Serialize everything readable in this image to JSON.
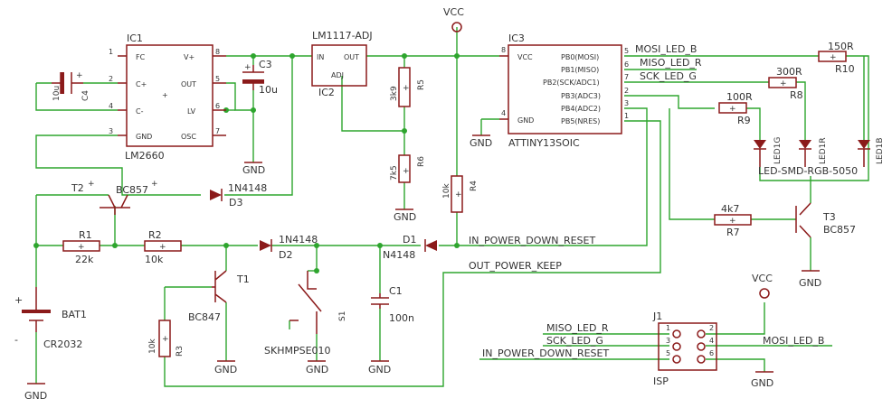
{
  "vcc": "VCC",
  "gnd": "GND",
  "ic1": {
    "name": "IC1",
    "part": "LM2660",
    "pins": {
      "fc": "FC",
      "vplus": "V+",
      "cplus": "C+",
      "out": "OUT",
      "cminus": "C-",
      "lv": "LV",
      "gnd": "GND",
      "osc": "OSC"
    },
    "nums": {
      "p1": "1",
      "p2": "2",
      "p3": "3",
      "p4": "4",
      "p5": "5",
      "p6": "6",
      "p7": "7",
      "p8": "8"
    }
  },
  "ic2": {
    "name": "IC2",
    "part": "LM1117-ADJ",
    "pins": {
      "in": "IN",
      "out": "OUT",
      "adj": "ADJ"
    }
  },
  "ic3": {
    "name": "IC3",
    "part": "ATTINY13SOIC",
    "pins": {
      "vcc": "VCC",
      "gnd": "GND",
      "pb0": "PB0(MOSI)",
      "pb1": "PB1(MISO)",
      "pb2": "PB2(SCK/ADC1)",
      "pb3": "PB3(ADC3)",
      "pb4": "PB4(ADC2)",
      "pb5": "PB5(NRES)"
    },
    "nums": {
      "p8": "8",
      "p4": "4",
      "p5": "5",
      "p6": "6",
      "p7": "7",
      "p2": "2",
      "p3": "3",
      "p1": "1"
    }
  },
  "c3": {
    "name": "C3",
    "value": "10u"
  },
  "c4": {
    "name": "C4",
    "value": "10u"
  },
  "c1": {
    "name": "C1",
    "value": "100n"
  },
  "r5": {
    "name": "R5",
    "value": "3k9"
  },
  "r6": {
    "name": "R6",
    "value": "7k5"
  },
  "r4": {
    "name": "R4",
    "value": "10k"
  },
  "r10": {
    "name": "R10",
    "value": "150R"
  },
  "r8": {
    "name": "R8",
    "value": "300R"
  },
  "r9": {
    "name": "R9",
    "value": "100R"
  },
  "r7": {
    "name": "R7",
    "value": "4k7"
  },
  "r1": {
    "name": "R1",
    "value": "22k"
  },
  "r2": {
    "name": "R2",
    "value": "10k"
  },
  "r3": {
    "name": "R3",
    "value": "10k"
  },
  "t2": {
    "name": "T2",
    "part": "BC857"
  },
  "t1": {
    "name": "T1",
    "part": "BC847"
  },
  "t3": {
    "name": "T3",
    "part": "BC857"
  },
  "d3": {
    "name": "D3",
    "part": "1N4148"
  },
  "d2": {
    "name": "D2",
    "part": "1N4148"
  },
  "d1": {
    "name": "D1",
    "part": "N4148"
  },
  "led": {
    "g": "LED1G",
    "r": "LED1R",
    "b": "LED1B",
    "part": "LED-SMD-RGB-5050"
  },
  "bat": {
    "name": "BAT1",
    "part": "CR2032",
    "plus": "+",
    "minus": "-"
  },
  "s1": {
    "name": "S1",
    "part": "SKHMPSE010"
  },
  "j1": {
    "name": "J1",
    "label": "ISP",
    "p1": "1",
    "p2": "2",
    "p3": "3",
    "p4": "4",
    "p5": "5",
    "p6": "6"
  },
  "nets": {
    "mosi": "MOSI_LED_B",
    "miso": "MISO_LED_R",
    "sck": "SCK_LED_G",
    "inpd": "IN_POWER_DOWN_RESET",
    "outpk": "OUT_POWER_KEEP",
    "miso2": "MISO_LED_R",
    "sck2": "SCK_LED_G",
    "inpd2": "IN_POWER_DOWN_RESET",
    "mosi2": "MOSI_LED_B"
  }
}
